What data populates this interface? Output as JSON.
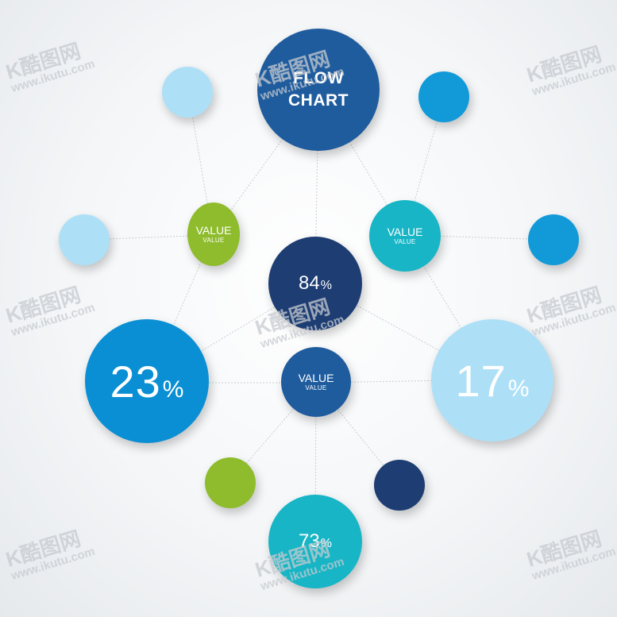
{
  "colors": {
    "dark_blue": "#1f5c9e",
    "navy": "#1d3d73",
    "mid_blue": "#0a8fd4",
    "sky": "#129ad8",
    "light_blue": "#ade0f7",
    "green": "#8ebc2c",
    "teal": "#17b5c5"
  },
  "nodes": {
    "flow_chart": {
      "line1": "FLOW",
      "line2": "CHART"
    },
    "value_green": {
      "main": "VALUE",
      "sub": "VALUE"
    },
    "value_teal": {
      "main": "VALUE",
      "sub": "VALUE"
    },
    "value_center": {
      "main": "VALUE",
      "sub": "VALUE"
    },
    "pct_84": {
      "num": "84",
      "sym": "%"
    },
    "pct_23": {
      "num": "23",
      "sym": "%"
    },
    "pct_17": {
      "num": "17",
      "sym": "%"
    },
    "pct_73": {
      "num": "73",
      "sym": "%"
    }
  },
  "watermark": {
    "brand": "K酷图网",
    "url": "www.ikutu.com"
  }
}
